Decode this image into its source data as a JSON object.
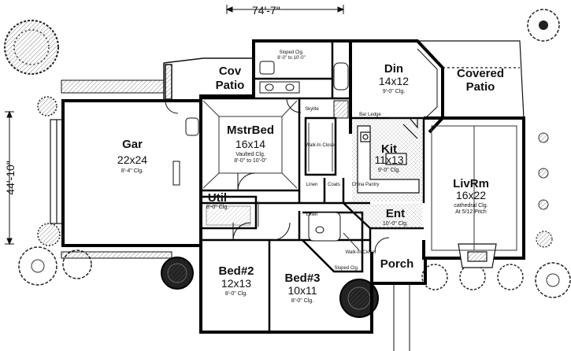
{
  "dimensions": {
    "width": "74'-7\"",
    "depth": "44'-10\""
  },
  "rooms": {
    "cov_patio": {
      "line1": "Cov",
      "line2": "Patio"
    },
    "din": {
      "name": "Din",
      "size": "14x12",
      "ceiling": "9'-0\" Clg."
    },
    "covered_patio": {
      "line1": "Covered",
      "line2": "Patio"
    },
    "mstr_bed": {
      "name": "MstrBed",
      "size": "16x14",
      "ceiling1": "Vaulted Clg.",
      "ceiling2": "8'-0\" to 10'-0\""
    },
    "gar": {
      "name": "Gar",
      "size": "22x24",
      "ceiling": "8'-4\" Clg."
    },
    "kit": {
      "name": "Kit",
      "size": "11x13",
      "ceiling": "9'-0\" Clg."
    },
    "livrm": {
      "name": "LivRm",
      "size": "16x22",
      "ceiling1": "cathedral Clg.",
      "ceiling2": "At 5/12 Pitch"
    },
    "util": {
      "name": "Util",
      "ceiling": "8'-0\" Clg."
    },
    "ent": {
      "name": "Ent",
      "ceiling": "10'-0\" Clg."
    },
    "bed2": {
      "name": "Bed#2",
      "size": "12x13",
      "ceiling": "8'-0\" Clg."
    },
    "bed3": {
      "name": "Bed#3",
      "size": "10x11",
      "ceiling": "8'-0\" Clg."
    },
    "porch": {
      "name": "Porch"
    }
  },
  "small_labels": {
    "sloped_clg_bath": "Sloped Clg.",
    "sloped_clg_bath_range": "8'-0\" to 10'-0\"",
    "skylite": "Skylite",
    "bar_ledge": "Bar Ledge",
    "walkin_closet_master": "Walk-In Closet",
    "linen_1": "Linen",
    "coats": "Coats",
    "china_pantry": "China Pantry",
    "linen_2": "Linen",
    "walkin_closet_bed3": "Walk-In Closet",
    "sloped_clg_bed3": "Sloped Clg."
  }
}
